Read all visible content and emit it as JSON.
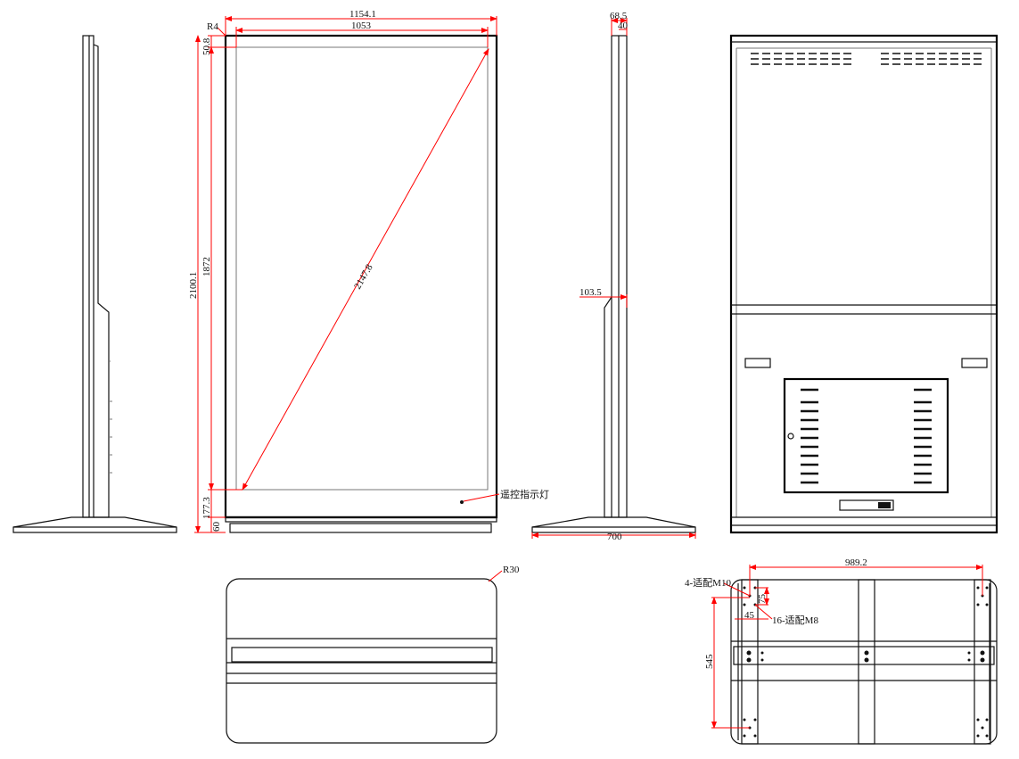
{
  "front_view": {
    "radius_label": "R4",
    "overall_width": "1154.1",
    "screen_width": "1053",
    "top_bezel": "50.8",
    "overall_height": "2100.1",
    "screen_height": "1872",
    "diagonal": "2147.8",
    "bottom_bezel": "177.3",
    "base_height": "60",
    "indicator_label": "遥控指示灯"
  },
  "side_view": {
    "top_depth": "68.5",
    "top_depth_inner": "40",
    "lower_depth": "103.5",
    "base_depth": "700"
  },
  "base_top_view": {
    "radius_label": "R30"
  },
  "base_bottom_view": {
    "hole_span": "989.2",
    "m10_label": "4-适配M10",
    "vertical_pitch": "75",
    "horizontal_pitch": "45",
    "m8_label": "16-适配M8",
    "mount_height": "545"
  },
  "colors": {
    "dimension": "#ff0000",
    "outline": "#111111"
  }
}
